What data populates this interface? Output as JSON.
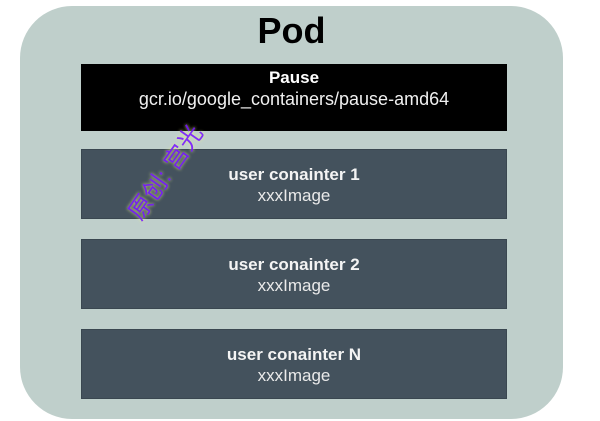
{
  "pod": {
    "title": "Pod",
    "background": "#bfcfcb"
  },
  "pause_container": {
    "name": "Pause",
    "image": "gcr.io/google_containers/pause-amd64",
    "background": "#000000"
  },
  "user_containers": [
    {
      "name": "user conainter 1",
      "image": "xxxImage"
    },
    {
      "name": "user conainter 2",
      "image": "xxxImage"
    },
    {
      "name": "user conainter N",
      "image": "xxxImage"
    }
  ],
  "user_container_color": "#44525d",
  "watermark": "原创: 宫光"
}
